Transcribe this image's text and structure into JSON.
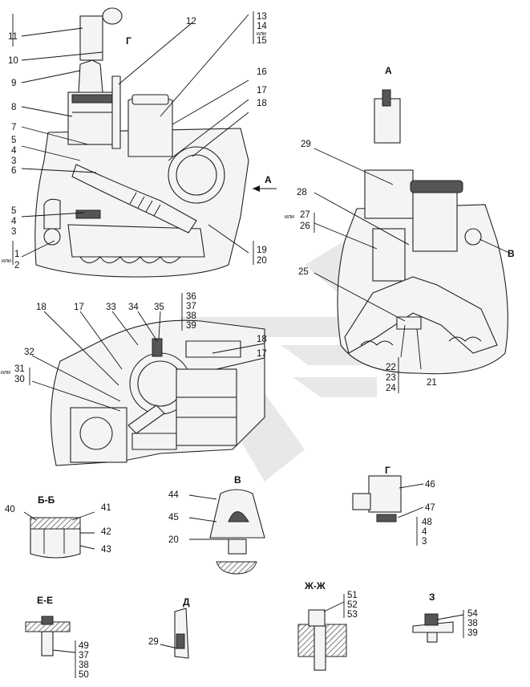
{
  "labels": {
    "l1": "1",
    "l2": "2",
    "l3": "3",
    "l4": "4",
    "l5": "5",
    "l6": "6",
    "l7": "7",
    "l8": "8",
    "l9": "9",
    "l10": "10",
    "l11": "11",
    "l12": "12",
    "l13": "13",
    "l14": "14",
    "l15": "15",
    "l16": "16",
    "l17": "17",
    "l18": "18",
    "l19": "19",
    "l20": "20",
    "l21": "21",
    "l22": "22",
    "l23": "23",
    "l24": "24",
    "l25": "25",
    "l26": "26",
    "l27": "27",
    "l28": "28",
    "l29": "29",
    "l30": "30",
    "l31": "31",
    "l32": "32",
    "l33": "33",
    "l34": "34",
    "l35": "35",
    "l36": "36",
    "l37": "37",
    "l38": "38",
    "l39": "39",
    "l40": "40",
    "l41": "41",
    "l42": "42",
    "l43": "43",
    "l44": "44",
    "l45": "45",
    "l46": "46",
    "l47": "47",
    "l48": "48",
    "l49": "49",
    "l50": "50",
    "l51": "51",
    "l52": "52",
    "l53": "53",
    "l54": "54"
  },
  "ili": "или",
  "views": {
    "A": "А",
    "V": "В",
    "G": "Г",
    "BB": "Б-Б",
    "EE": "Е-Е",
    "D": "Д",
    "ZhZh": "Ж-Ж",
    "Z": "З"
  },
  "arrow_label": "А"
}
